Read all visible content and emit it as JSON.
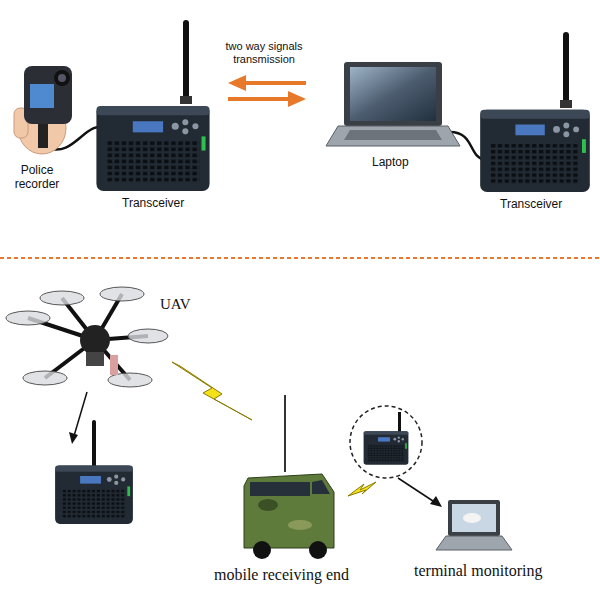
{
  "diagram": {
    "labels": [
      "two way signals transmission",
      "Police recorder",
      "Transceiver",
      "Laptop",
      "Transceiver",
      "UAV",
      "mobile receiving end",
      "terminal monitoring"
    ]
  }
}
